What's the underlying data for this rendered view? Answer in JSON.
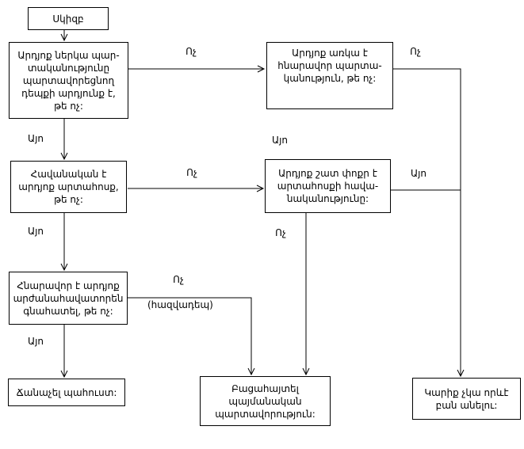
{
  "diagram": {
    "title_hint": "provisions-decision-flowchart",
    "background_color": "#ffffff",
    "line_color": "#000000",
    "nodes": {
      "start": {
        "label": "Սկիզբ"
      },
      "q_present_obligation": {
        "label": "Արդյոք ներկա պար-\nտականությունը\nպարտավորեցնող\nդեպքի արդյունք է,\nթե ոչ:"
      },
      "q_possible_obligation": {
        "label": "Արդյոք առկա է\nհնարավոր պարտա-\nկանություն, թե ոչ:"
      },
      "q_probable_outflow": {
        "label": "Հավանական է\nարդյոք արտահոսք,\nթե ոչ:"
      },
      "q_remote_probability": {
        "label": "Արդյոք շատ փոքր է\nարտահոսքի հավա-\nնականությունը:"
      },
      "q_reliable_estimate": {
        "label": "Հնարավոր է արդյոք\nարժանահավատորեն\nգնահատել, թե ոչ:"
      },
      "recognize_provision": {
        "label": "Ճանաչել պահուստ:"
      },
      "disclose_contingent_liability": {
        "label": "Բացահայտել\nպայմանական\nպարտավորություն:"
      },
      "do_nothing": {
        "label": "Կարիք չկա որևէ\nբան անելու:"
      }
    },
    "labels": {
      "yes": "Այո",
      "no": "Ոչ",
      "rarely": "(հազվադեպ)"
    }
  }
}
